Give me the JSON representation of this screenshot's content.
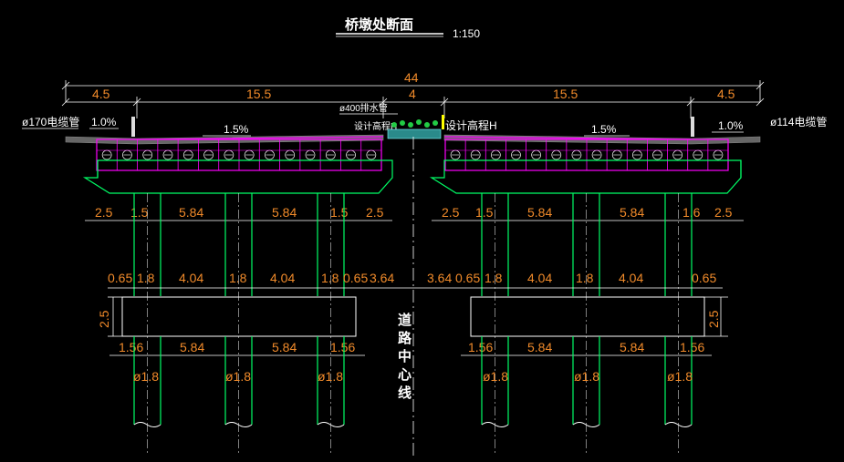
{
  "drawing": {
    "title": "桥墩处断面",
    "scale": "1:150",
    "center_label_chars": [
      "道",
      "路",
      "中",
      "心",
      "线"
    ]
  },
  "overall": {
    "total": "44"
  },
  "deck": {
    "left_side": "4.5",
    "left_carriage": "15.5",
    "median": "4",
    "right_carriage": "15.5",
    "right_side": "4.5"
  },
  "labels": {
    "left_pipe": "ø170电缆管",
    "right_pipe": "ø114电缆管",
    "median_pipe": "ø400排水管",
    "design_elev_left": "设计高程H",
    "design_elev_right": "设计高程H",
    "slope_outer_left": "1.0%",
    "slope_inner_left": "1.5%",
    "slope_inner_right": "1.5%",
    "slope_outer_right": "1.0%"
  },
  "pier_spacing_row": {
    "left": [
      "2.5",
      "1.5",
      "5.84",
      "5.84",
      "1.5",
      "2.5"
    ],
    "right": [
      "2.5",
      "1.5",
      "5.84",
      "5.84",
      "1.6",
      "2.5"
    ]
  },
  "column_row": {
    "left": [
      "0.65",
      "1.8",
      "4.04",
      "1.8",
      "4.04",
      "1.8",
      "0.65"
    ],
    "center_left": "3.64",
    "center_right": "3.64",
    "right": [
      "0.65",
      "1.8",
      "4.04",
      "1.8",
      "4.04",
      "0.65"
    ]
  },
  "cap": {
    "height_left": "2.5",
    "height_right": "2.5"
  },
  "pile_row": {
    "left": [
      "1.56",
      "5.84",
      "5.84",
      "1.56"
    ],
    "right": [
      "1.56",
      "5.84",
      "5.84",
      "1.56"
    ]
  },
  "piles": {
    "diameter_labels": [
      "ø1.8",
      "ø1.8",
      "ø1.8",
      "ø1.8",
      "ø1.8",
      "ø1.8"
    ]
  },
  "colors": {
    "background": "#000000",
    "structure": "#00ff66",
    "girder": "#ff00ff",
    "dimension_text": "#f08a2a",
    "dimension_line": "#ffffff",
    "centerline": "#ffffff"
  }
}
